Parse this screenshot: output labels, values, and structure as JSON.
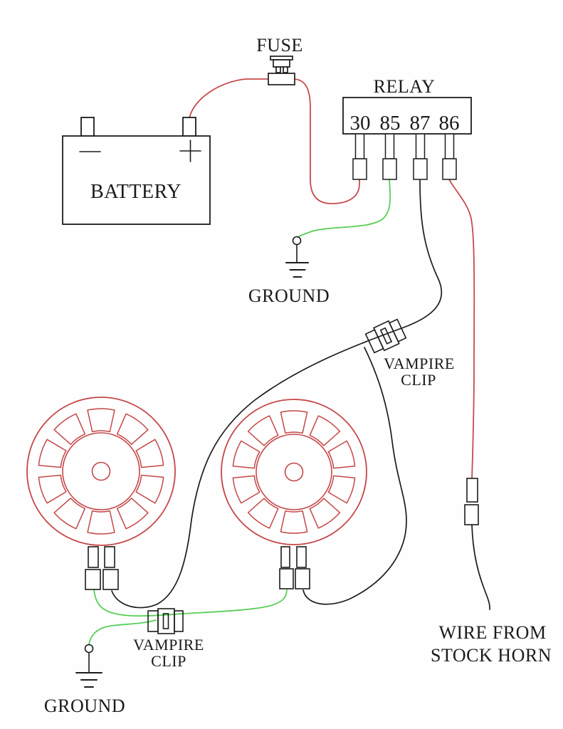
{
  "diagram_type": "horn-relay-wiring-diagram",
  "labels": {
    "battery": "BATTERY",
    "fuse": "FUSE",
    "relay": "RELAY",
    "ground_top": "GROUND",
    "ground_bottom": "GROUND",
    "vampire_clip_top": {
      "line1": "VAMPIRE",
      "line2": "CLIP"
    },
    "vampire_clip_bottom": {
      "line1": "VAMPIRE",
      "line2": "CLIP"
    },
    "stock_horn": {
      "line1": "WIRE FROM",
      "line2": "STOCK HORN"
    }
  },
  "relay": {
    "terminals": [
      {
        "label": "30"
      },
      {
        "label": "85"
      },
      {
        "label": "87"
      },
      {
        "label": "86"
      }
    ]
  },
  "battery": {
    "negative_symbol": "-",
    "positive_symbol": "+"
  },
  "wire_colors": {
    "power_red": "#c84a4a",
    "ground_green": "#58cf58",
    "signal_black": "#1c1c1c"
  },
  "connections": [
    {
      "from": "battery-positive",
      "to": "fuse",
      "color": "red"
    },
    {
      "from": "fuse",
      "to": "relay-terminal-30",
      "color": "red"
    },
    {
      "from": "relay-terminal-85",
      "to": "ground-top",
      "color": "green"
    },
    {
      "from": "relay-terminal-87",
      "to": "horn-left-and-horn-right",
      "via": "vampire-clip-top",
      "color": "black"
    },
    {
      "from": "relay-terminal-86",
      "to": "wire-from-stock-horn",
      "color": "red"
    },
    {
      "from": "horn-left-ground-terminal",
      "to": "ground-bottom",
      "via": "vampire-clip-bottom",
      "color": "green"
    },
    {
      "from": "horn-right-ground-terminal",
      "to": "ground-bottom",
      "via": "vampire-clip-bottom",
      "color": "green"
    }
  ]
}
